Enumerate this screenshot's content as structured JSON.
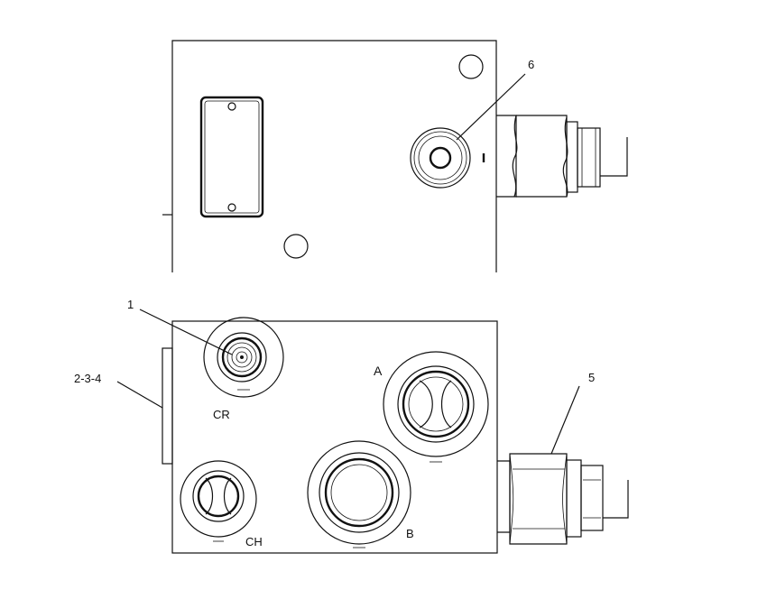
{
  "callouts": {
    "c1": "1",
    "c234": "2-3-4",
    "c5": "5",
    "c6": "6"
  },
  "ports": {
    "cr": "CR",
    "ch": "CH",
    "a": "A",
    "b": "B"
  }
}
